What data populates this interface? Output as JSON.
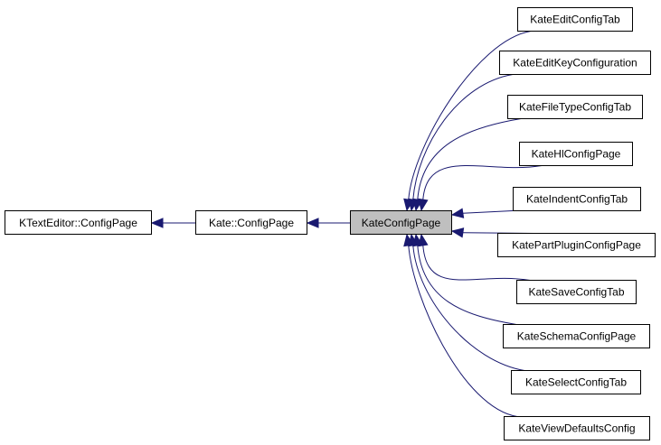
{
  "diagram": {
    "type": "inheritance-graph",
    "edge_color": "#191970",
    "focus_fill": "#bfbfbf",
    "nodes": {
      "ktexteditor": {
        "label": "KTextEditor::ConfigPage"
      },
      "kateconfigpage_ns": {
        "label": "Kate::ConfigPage"
      },
      "focus": {
        "label": "KateConfigPage"
      },
      "children": [
        {
          "label": "KateEditConfigTab"
        },
        {
          "label": "KateEditKeyConfiguration"
        },
        {
          "label": "KateFileTypeConfigTab"
        },
        {
          "label": "KateHlConfigPage"
        },
        {
          "label": "KateIndentConfigTab"
        },
        {
          "label": "KatePartPluginConfigPage"
        },
        {
          "label": "KateSaveConfigTab"
        },
        {
          "label": "KateSchemaConfigPage"
        },
        {
          "label": "KateSelectConfigTab"
        },
        {
          "label": "KateViewDefaultsConfig"
        }
      ]
    },
    "edges": [
      {
        "from": "Kate::ConfigPage",
        "to": "KTextEditor::ConfigPage"
      },
      {
        "from": "KateConfigPage",
        "to": "Kate::ConfigPage"
      },
      {
        "from": "KateEditConfigTab",
        "to": "KateConfigPage"
      },
      {
        "from": "KateEditKeyConfiguration",
        "to": "KateConfigPage"
      },
      {
        "from": "KateFileTypeConfigTab",
        "to": "KateConfigPage"
      },
      {
        "from": "KateHlConfigPage",
        "to": "KateConfigPage"
      },
      {
        "from": "KateIndentConfigTab",
        "to": "KateConfigPage"
      },
      {
        "from": "KatePartPluginConfigPage",
        "to": "KateConfigPage"
      },
      {
        "from": "KateSaveConfigTab",
        "to": "KateConfigPage"
      },
      {
        "from": "KateSchemaConfigPage",
        "to": "KateConfigPage"
      },
      {
        "from": "KateSelectConfigTab",
        "to": "KateConfigPage"
      },
      {
        "from": "KateViewDefaultsConfig",
        "to": "KateConfigPage"
      }
    ]
  }
}
